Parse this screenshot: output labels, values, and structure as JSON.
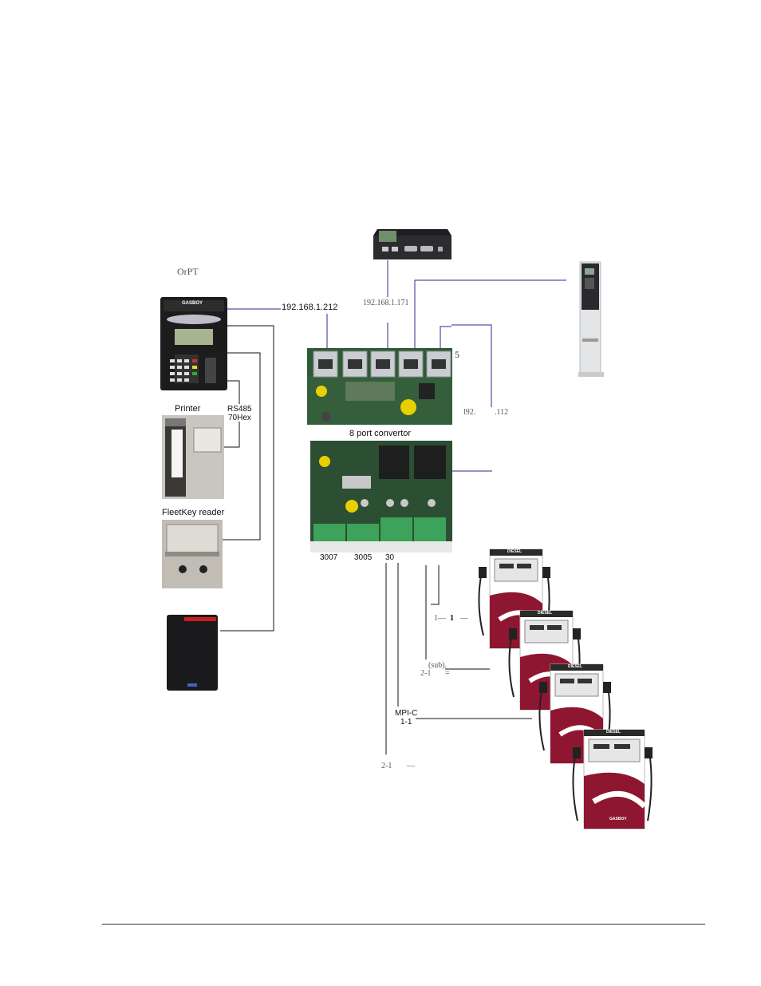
{
  "labels": {
    "orpt": "OrPT",
    "ip_terminal": "192.168.1.212",
    "ip_gateway": "192.168.1.171",
    "port_count": "5",
    "ip_right_a": "l92.",
    "ip_right_b": ".112",
    "rs485": "RS485",
    "hex": "70Hex",
    "printer": "Printer",
    "fleetkey": "FleetKey reader",
    "convertor": "8 port convertor",
    "port_3007": "3007",
    "port_3005": "3005",
    "port_30x": "30",
    "line_1_1_a": "1—",
    "line_1_1_b": "1",
    "line_1_1_c": "—",
    "sub": "(sub).",
    "line_2_1a": "2-1",
    "line_2_1a_dash": "=",
    "mpi_c": "MPI-C",
    "line_1_1": "1-1",
    "line_2_1b": "2-1",
    "line_2_1b_dash": "—"
  },
  "devices": {
    "terminal_brand": "GASBOY",
    "pump_brand": "GASBOY",
    "pump_label": "DIESEL"
  },
  "colors": {
    "wire_blue": "#2a2a8c",
    "wire_black": "#111111",
    "board_green": "#2f5a36",
    "pump_red": "#8e1630",
    "terminal_black": "#1c1c1c"
  }
}
